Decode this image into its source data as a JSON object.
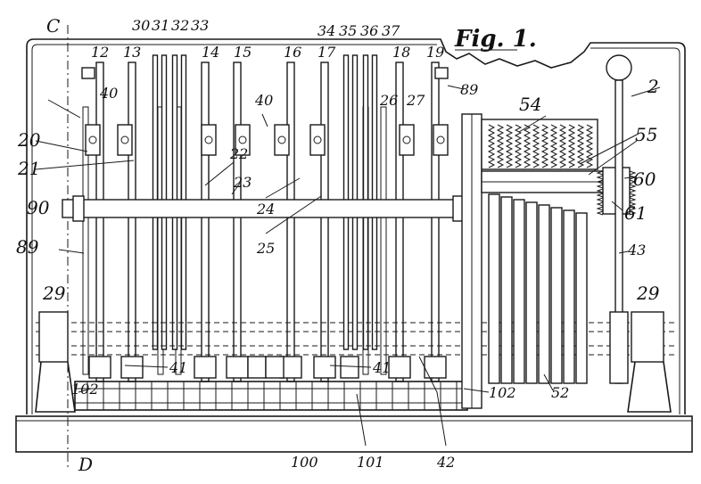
{
  "figure": {
    "title": "Fig. 1.",
    "section_marks": {
      "top": "C",
      "bottom": "D"
    },
    "labels": [
      {
        "id": "l30",
        "text": "30"
      },
      {
        "id": "l31",
        "text": "31"
      },
      {
        "id": "l32",
        "text": "32"
      },
      {
        "id": "l33",
        "text": "33"
      },
      {
        "id": "l34",
        "text": "34"
      },
      {
        "id": "l35",
        "text": "35"
      },
      {
        "id": "l36",
        "text": "36"
      },
      {
        "id": "l37",
        "text": "37"
      },
      {
        "id": "l12",
        "text": "12"
      },
      {
        "id": "l13",
        "text": "13"
      },
      {
        "id": "l14",
        "text": "14"
      },
      {
        "id": "l15",
        "text": "15"
      },
      {
        "id": "l16",
        "text": "16"
      },
      {
        "id": "l17",
        "text": "17"
      },
      {
        "id": "l18",
        "text": "18"
      },
      {
        "id": "l19",
        "text": "19"
      },
      {
        "id": "l2",
        "text": "2"
      },
      {
        "id": "l40a",
        "text": "40"
      },
      {
        "id": "l40b",
        "text": "40"
      },
      {
        "id": "l89a",
        "text": "89"
      },
      {
        "id": "l20",
        "text": "20"
      },
      {
        "id": "l21",
        "text": "21"
      },
      {
        "id": "l22",
        "text": "22"
      },
      {
        "id": "l23",
        "text": "23"
      },
      {
        "id": "l26",
        "text": "26"
      },
      {
        "id": "l27",
        "text": "27"
      },
      {
        "id": "l54",
        "text": "54"
      },
      {
        "id": "l55",
        "text": "55"
      },
      {
        "id": "l60",
        "text": "60"
      },
      {
        "id": "l61",
        "text": "61"
      },
      {
        "id": "l90",
        "text": "90"
      },
      {
        "id": "l24",
        "text": "24"
      },
      {
        "id": "l25",
        "text": "25"
      },
      {
        "id": "l89b",
        "text": "89"
      },
      {
        "id": "l43",
        "text": "43"
      },
      {
        "id": "l29a",
        "text": "29"
      },
      {
        "id": "l29b",
        "text": "29"
      },
      {
        "id": "l41a",
        "text": "41"
      },
      {
        "id": "l41b",
        "text": "41"
      },
      {
        "id": "l102a",
        "text": "102"
      },
      {
        "id": "l102b",
        "text": "102"
      },
      {
        "id": "l52",
        "text": "52"
      },
      {
        "id": "l100",
        "text": "100"
      },
      {
        "id": "l101",
        "text": "101"
      },
      {
        "id": "l42",
        "text": "42"
      }
    ]
  }
}
